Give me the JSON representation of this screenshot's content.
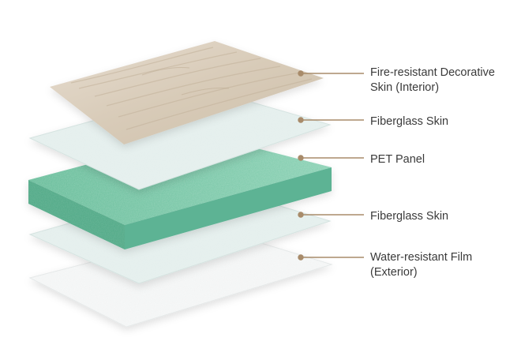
{
  "layers": [
    {
      "key": "fire",
      "lines": [
        "Fire-resistant Decorative",
        "Skin (Interior)"
      ]
    },
    {
      "key": "fiber-top",
      "lines": [
        "Fiberglass Skin"
      ]
    },
    {
      "key": "pet",
      "lines": [
        "PET Panel"
      ]
    },
    {
      "key": "fiber-bottom",
      "lines": [
        "Fiberglass Skin"
      ]
    },
    {
      "key": "water",
      "lines": [
        "Water-resistant Film",
        "(Exterior)"
      ]
    }
  ],
  "colors": {
    "wood": "#ddd2c2",
    "fiberglass": "#e3eeec",
    "pet_top": "#6cc09e",
    "pet_side": "#4ea885",
    "film": "#f1f3f3",
    "leader_line": "#a88b6a",
    "label_text": "#3a3a3a"
  }
}
